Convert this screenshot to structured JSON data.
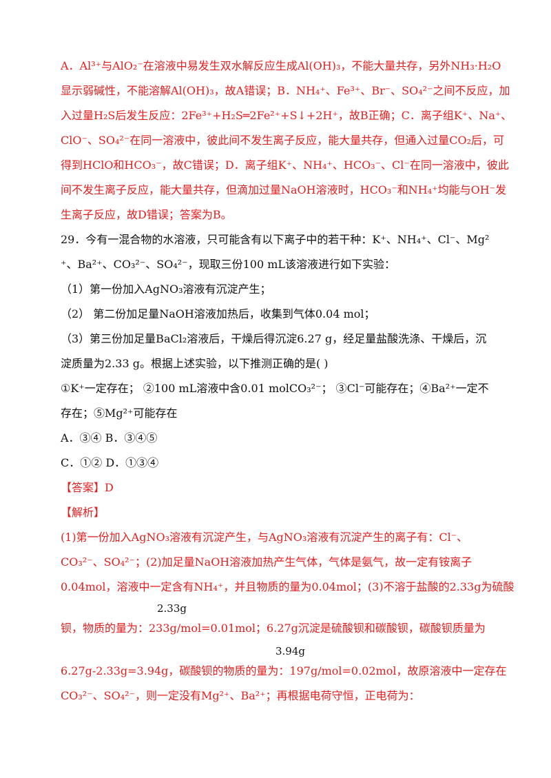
{
  "explanation_top": [
    "A．Al³⁺与AlO₂⁻在溶液中易发生双水解反应生成Al(OH)₃，不能大量共存，另外NH₃·H₂O",
    "显示弱碱性，不能溶解Al(OH)₃，故A错误；B．NH₄⁺、Fe³⁺、Br⁻、SO₄²⁻之间不反应，加",
    "入过量H₂S后发生反应：2Fe³⁺+H₂S═2Fe²⁺+S↓+2H⁺，故B正确；C．离子组K⁺、Na⁺、",
    "ClO⁻、SO₄²⁻在同一溶液中，彼此间不发生离子反应，能大量共存，但通入过量CO₂后，可",
    "得到HClO和HCO₃⁻，故C错误；D．离子组K⁺、NH₄⁺、HCO₃⁻、Cl⁻在同一溶液中，彼此",
    "间不发生离子反应，能大量共存，但滴加过量NaOH溶液时，HCO₃⁻和NH₄⁺均能与OH⁻发",
    "生离子反应，故D错误；答案为B。"
  ],
  "question": [
    "29．今有一混合物的水溶液，只可能含有以下离子中的若干种：K⁺、NH₄⁺、Cl⁻、Mg²",
    "⁺、Ba²⁺、CO₃²⁻、SO₄²⁻，现取三份100 mL该溶液进行如下实验：",
    "（1）第一份加入AgNO₃溶液有沉淀产生；",
    "（2）  第二份加足量NaOH溶液加热后，收集到气体0.04 mol；",
    "（3）第三份加足量BaCl₂溶液后，干燥后得沉淀6.27 g，经足量盐酸洗涤、干燥后，沉",
    "淀质量为2.33 g。根据上述实验，以下推测正确的是(        )",
    "①K⁺一定存在；    ②100 mL溶液中含0.01 molCO₃²⁻；  ③Cl⁻可能存在；④Ba²⁺一定不",
    "存在；⑤Mg²⁺可能存在",
    "A．③④        B．③④⑤",
    "C．①②        D．①③④"
  ],
  "answer_label": "【答案】D",
  "analysis_label": "【解析】",
  "analysis": [
    "(1)第一份加入AgNO₃溶液有沉淀产生，与AgNO₃溶液有沉淀产生的离子有：Cl⁻、",
    "CO₃²⁻、SO₄²⁻；(2)加足量NaOH溶液加热产生气体，气体是氨气，故一定有铵离子",
    "0.04mol，溶液中一定含有NH₄⁺，并且物质的量为0.04mol；(3)不溶于盐酸的2.33g为硫酸",
    "钡，物质的量为：233g/mol=0.01mol；6.27g沉淀是硫酸钡和碳酸钡，碳酸钡质量为",
    "6.27g-2.33g=3.94g，碳酸钡的物质的量为：197g/mol=0.02mol，故原溶液中一定存在",
    "CO₃²⁻、SO₄²⁻，则一定没有Mg²⁺、Ba²⁺；再根据电荷守恒，正电荷为："
  ],
  "fractions": {
    "num1": "2.33g",
    "num2": "3.94g"
  },
  "colors": {
    "explanation": "#e02020",
    "body": "#111111"
  }
}
